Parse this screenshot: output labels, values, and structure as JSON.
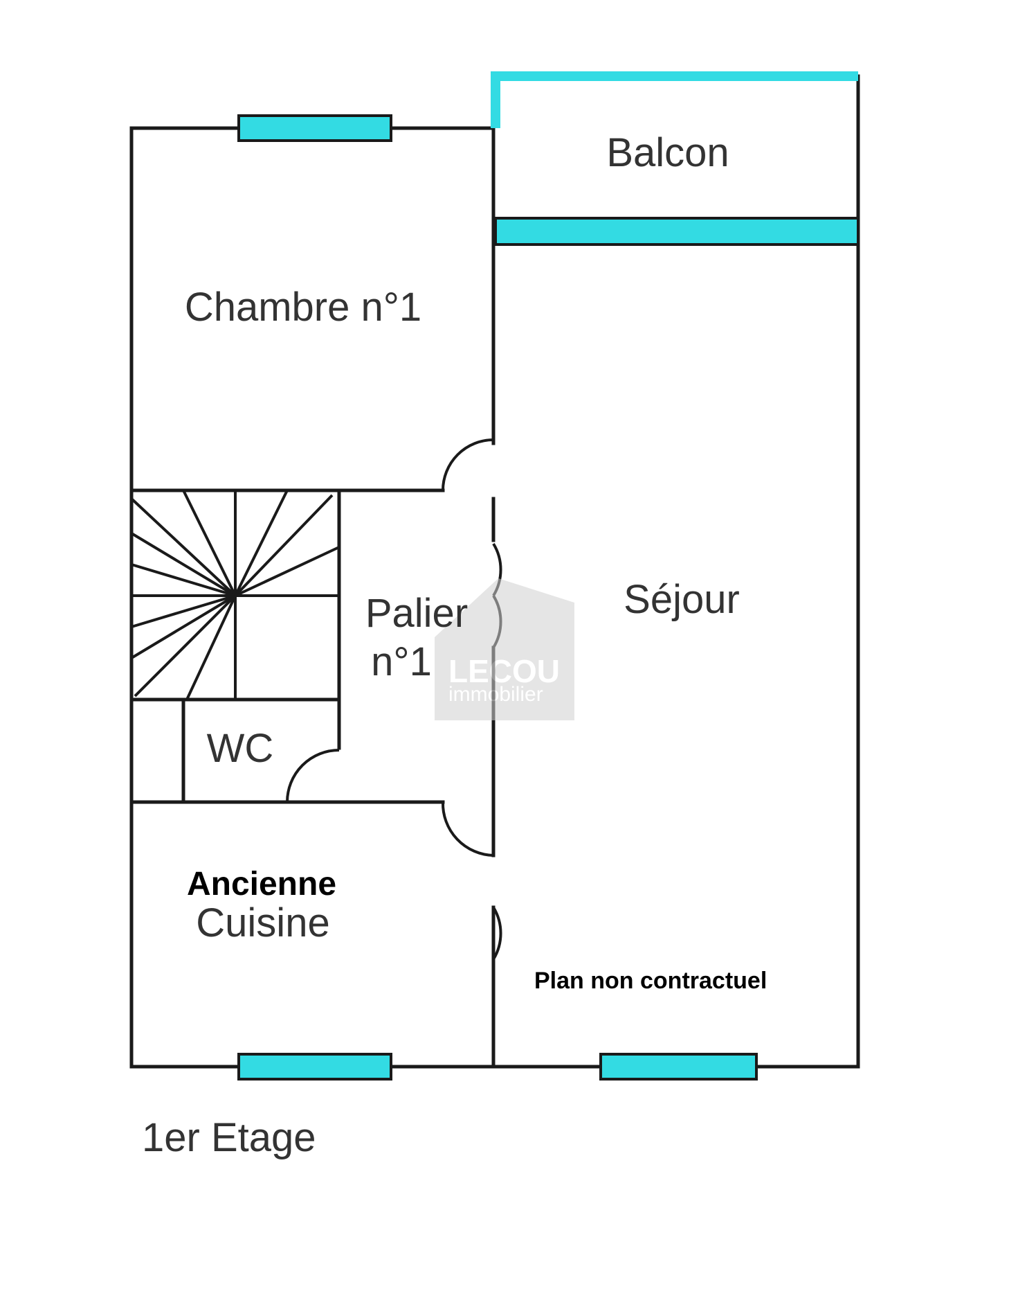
{
  "plan": {
    "rooms": {
      "balcon": "Balcon",
      "chambre": "Chambre n°1",
      "sejour": "Séjour",
      "palier_line1": "Palier",
      "palier_line2": "n°1",
      "wc": "WC",
      "cuisine_line1": "Ancienne",
      "cuisine_line2": "Cuisine"
    },
    "note": "Plan non contractuel",
    "floor_label": "1er Etage",
    "watermark": {
      "brand": "LECOU",
      "sub": "immobilier"
    },
    "colors": {
      "window": "#33dbe3",
      "wall": "#1a1a1a",
      "text": "#333333",
      "watermark": "#d0d0d0"
    }
  }
}
